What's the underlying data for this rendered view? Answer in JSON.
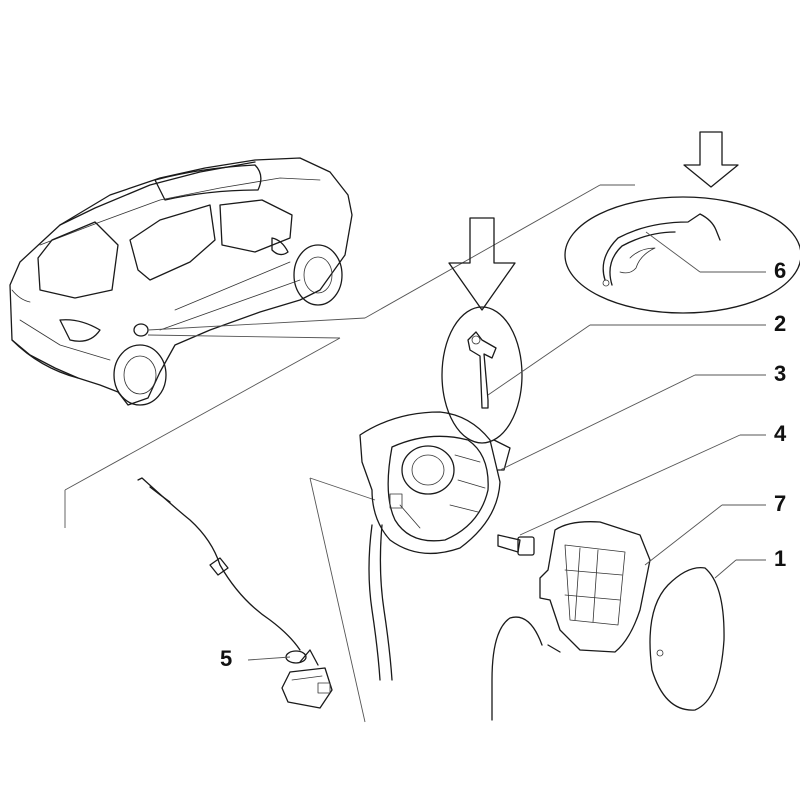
{
  "diagram": {
    "callouts": [
      {
        "id": "part-1",
        "label": "1"
      },
      {
        "id": "part-2",
        "label": "2"
      },
      {
        "id": "part-3",
        "label": "3"
      },
      {
        "id": "part-4",
        "label": "4"
      },
      {
        "id": "part-5",
        "label": "5"
      },
      {
        "id": "part-6",
        "label": "6"
      },
      {
        "id": "part-7",
        "label": "7"
      }
    ]
  }
}
